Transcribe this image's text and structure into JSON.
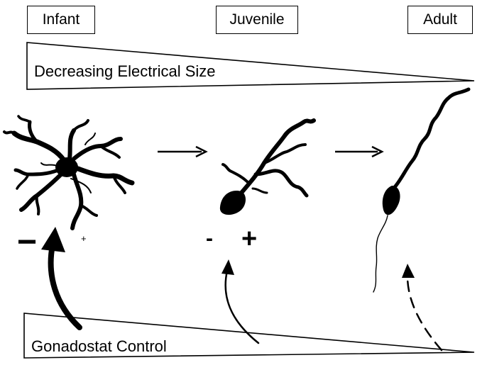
{
  "stages": {
    "infant": "Infant",
    "juvenile": "Juvenile",
    "adult": "Adult"
  },
  "labels": {
    "electrical_size": "Decreasing Electrical Size",
    "gonadostat": "Gonadostat Control"
  },
  "signs": {
    "infant_minus": "−",
    "infant_plus": "+",
    "juvenile_minus": "-",
    "juvenile_plus": "+"
  },
  "colors": {
    "ink": "#000000",
    "background": "#ffffff"
  },
  "icons": [
    "neuron-infant-icon",
    "neuron-juvenile-icon",
    "neuron-adult-icon",
    "progression-arrow-icon"
  ]
}
